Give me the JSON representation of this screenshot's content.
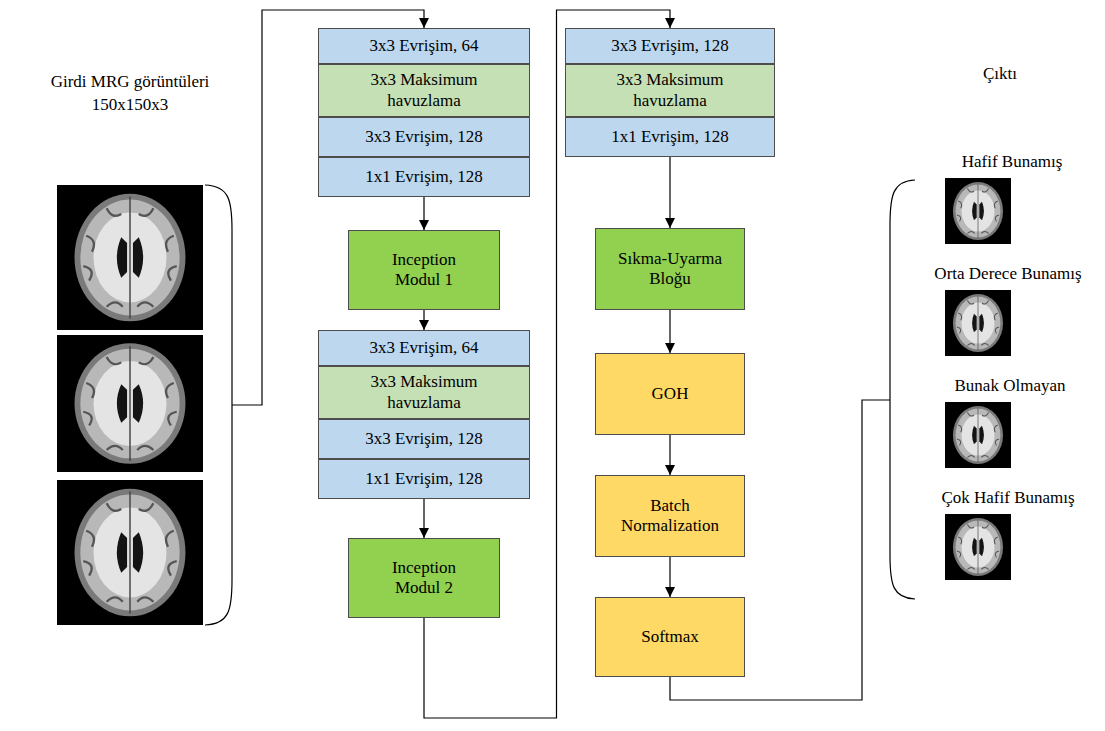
{
  "diagram": {
    "nodes": [
      {
        "text": [
          "3x3 Evrişim, 64"
        ]
      },
      {
        "text": [
          "3x3 Maksimum havuzlama"
        ]
      },
      {
        "text": [
          "3x3 Evrişim, 128"
        ]
      },
      {
        "text": [
          "1x1 Evrişim, 128"
        ]
      },
      {
        "text": [
          "Inception Modul 1"
        ]
      },
      {
        "text": [
          "3x3 Evrişim, 64"
        ]
      },
      {
        "text": [
          "3x3 Maksimum havuzlama"
        ]
      },
      {
        "text": [
          "3x3 Evrişim, 128"
        ]
      },
      {
        "text": [
          "1x1 Evrişim, 128"
        ]
      },
      {
        "text": [
          "Inception Modul 2"
        ]
      },
      {
        "text": [
          "3x3 Evrişim, 128"
        ]
      },
      {
        "text": [
          "3x3 Maksimum havuzlama"
        ]
      },
      {
        "text": [
          "1x1 Evrişim, 128"
        ]
      },
      {
        "text": [
          "Sıkma-Uyarma Bloğu"
        ]
      },
      {
        "text": [
          "GOH"
        ]
      },
      {
        "text": [
          "Batch Normalization"
        ]
      },
      {
        "text": [
          "Softmax"
        ]
      }
    ],
    "edges": [
      {
        "from": 3,
        "to": 4,
        "arrow": "to"
      },
      {
        "from": 4,
        "to": 5,
        "arrow": "to"
      },
      {
        "from": 8,
        "to": 9,
        "arrow": "to"
      },
      {
        "from": 9,
        "to": 10,
        "arrow": "to"
      },
      {
        "from": 12,
        "to": 13,
        "arrow": "to"
      },
      {
        "from": 13,
        "to": 14,
        "arrow": "to"
      },
      {
        "from": 14,
        "to": 15,
        "arrow": "to"
      },
      {
        "from": 15,
        "to": 16,
        "arrow": "to"
      }
    ],
    "labels": [
      "Girdi MRG görüntüleri",
      "150x150x3",
      "Çıktı",
      "Hafif Bunamış",
      "Orta Derece Bunamış",
      "Bunak Olmayan",
      "Çok Hafif Bunamış"
    ]
  }
}
